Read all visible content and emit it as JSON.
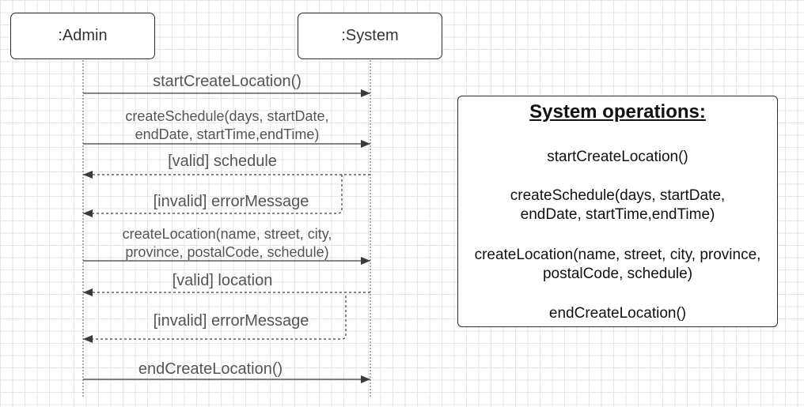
{
  "lifelines": {
    "admin": ":Admin",
    "system": ":System"
  },
  "messages": [
    {
      "label": "startCreateLocation()",
      "direction": "admin-to-system",
      "style": "solid"
    },
    {
      "label": "createSchedule(days, startDate,\nendDate, startTime,endTime)",
      "direction": "admin-to-system",
      "style": "solid"
    },
    {
      "label": "[valid] schedule",
      "direction": "system-to-admin",
      "style": "dashed"
    },
    {
      "label": "[invalid] errorMessage",
      "direction": "system-to-admin",
      "style": "dashed"
    },
    {
      "label": "createLocation(name, street, city,\nprovince, postalCode, schedule)",
      "direction": "admin-to-system",
      "style": "solid"
    },
    {
      "label": "[valid] location",
      "direction": "system-to-admin",
      "style": "dashed"
    },
    {
      "label": "[invalid] errorMessage",
      "direction": "system-to-admin",
      "style": "dashed"
    },
    {
      "label": "endCreateLocation()",
      "direction": "admin-to-system",
      "style": "solid"
    }
  ],
  "operations_box": {
    "title": "System operations:",
    "operations": [
      "startCreateLocation()",
      "createSchedule(days, startDate,\nendDate, startTime,endTime)",
      "createLocation(name, street, city, province,\npostalCode, schedule)",
      "endCreateLocation()"
    ]
  },
  "colors": {
    "line": "#3a3a3a",
    "grid": "#e6e6e6",
    "label_text": "#555555"
  }
}
